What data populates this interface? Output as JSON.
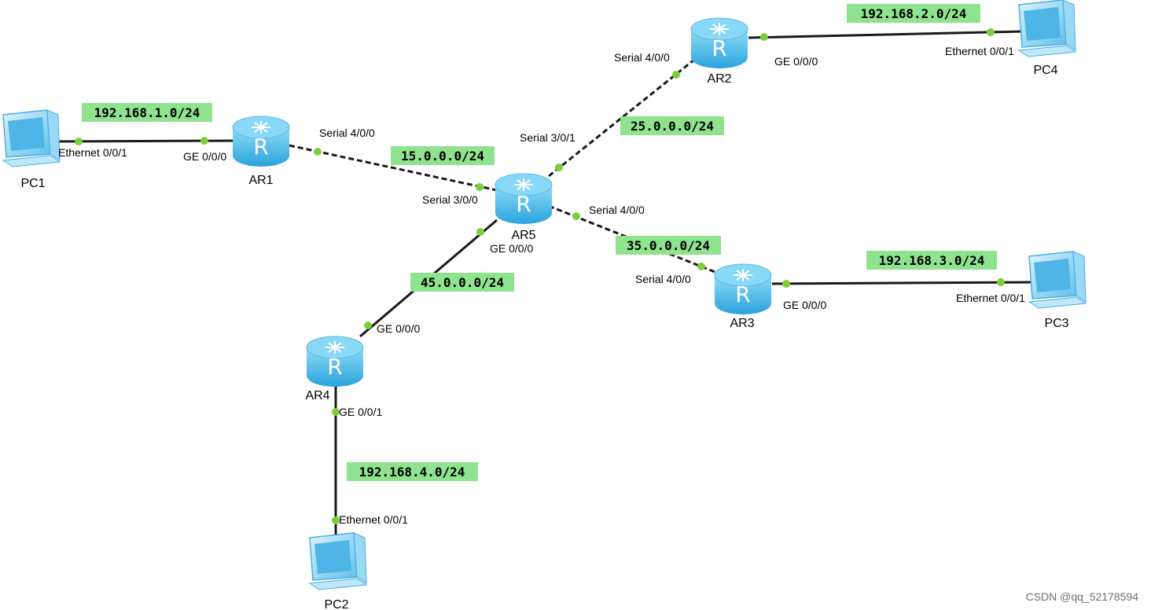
{
  "devices": {
    "pc1": {
      "label": "PC1",
      "type": "pc"
    },
    "pc2": {
      "label": "PC2",
      "type": "pc"
    },
    "pc3": {
      "label": "PC3",
      "type": "pc"
    },
    "pc4": {
      "label": "PC4",
      "type": "pc"
    },
    "ar1": {
      "label": "AR1",
      "type": "router"
    },
    "ar2": {
      "label": "AR2",
      "type": "router"
    },
    "ar3": {
      "label": "AR3",
      "type": "router"
    },
    "ar4": {
      "label": "AR4",
      "type": "router"
    },
    "ar5": {
      "label": "AR5",
      "type": "router"
    }
  },
  "links": [
    {
      "id": "pc1-ar1",
      "from": "PC1",
      "to": "AR1",
      "style": "solid",
      "network": "192.168.1.0/24",
      "from_port": "Ethernet 0/0/1",
      "to_port": "GE 0/0/0"
    },
    {
      "id": "ar1-ar5",
      "from": "AR1",
      "to": "AR5",
      "style": "dashed",
      "network": "15.0.0.0/24",
      "from_port": "Serial 4/0/0",
      "to_port": "Serial 3/0/0"
    },
    {
      "id": "ar5-ar2",
      "from": "AR5",
      "to": "AR2",
      "style": "dashed",
      "network": "25.0.0.0/24",
      "from_port": "Serial 3/0/1",
      "to_port": "Serial 4/0/0"
    },
    {
      "id": "ar2-pc4",
      "from": "AR2",
      "to": "PC4",
      "style": "solid",
      "network": "192.168.2.0/24",
      "from_port": "GE 0/0/0",
      "to_port": "Ethernet 0/0/1"
    },
    {
      "id": "ar5-ar3",
      "from": "AR5",
      "to": "AR3",
      "style": "dashed",
      "network": "35.0.0.0/24",
      "from_port": "Serial 4/0/0",
      "to_port": "Serial 4/0/0"
    },
    {
      "id": "ar3-pc3",
      "from": "AR3",
      "to": "PC3",
      "style": "solid",
      "network": "192.168.3.0/24",
      "from_port": "GE 0/0/0",
      "to_port": "Ethernet 0/0/1"
    },
    {
      "id": "ar5-ar4",
      "from": "AR5",
      "to": "AR4",
      "style": "solid",
      "network": "45.0.0.0/24",
      "from_port": "GE 0/0/0",
      "to_port": "GE 0/0/0"
    },
    {
      "id": "ar4-pc2",
      "from": "AR4",
      "to": "PC2",
      "style": "solid",
      "network": "192.168.4.0/24",
      "from_port": "GE 0/0/1",
      "to_port": "Ethernet 0/0/1"
    }
  ],
  "colors": {
    "network_label_bg": "#8fe38f",
    "router_body": "#3fb4e8",
    "router_top": "#7fd3f5",
    "pc_body": "#6cc8f0",
    "link": "#1a1a1a",
    "port_dot": "#7ccf3c"
  },
  "watermark": "CSDN @qq_52178594"
}
